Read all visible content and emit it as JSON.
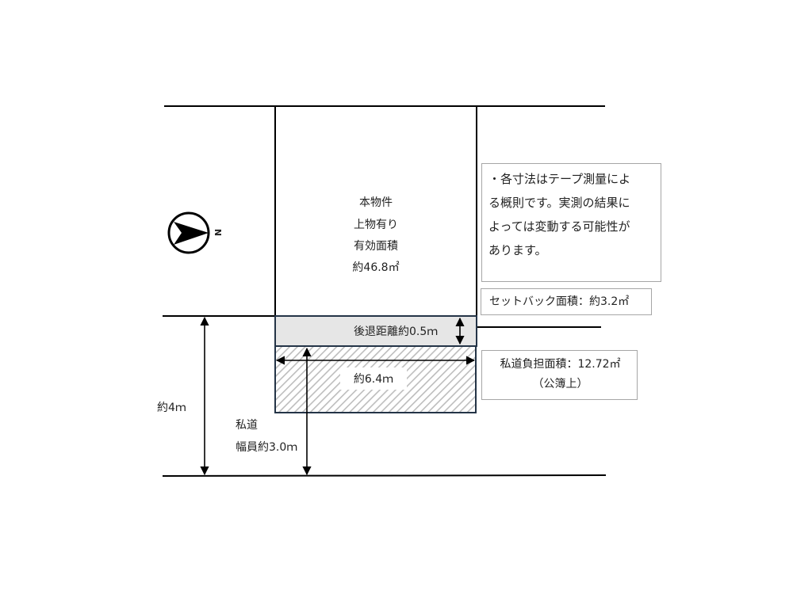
{
  "property": {
    "line1": "本物件",
    "line2": "上物有り",
    "line3": "有効面積",
    "line4": "約46.8㎡"
  },
  "setback_distance_label": "後退距離約0.5ｍ",
  "width_label": "約6.4ｍ",
  "road_width_label": "約4ｍ",
  "private_road": {
    "line1": "私道",
    "line2": "幅員約3.0ｍ"
  },
  "note": {
    "lines": [
      "・各寸法はテープ測量によ",
      "る概則です。実測の結果に",
      "よっては変動する可能性が",
      "あります。"
    ]
  },
  "setback_area_label": "セットバック面積：約3.2㎡",
  "private_road_burden": {
    "line1": "私道負担面積：12.72㎡",
    "line2": "（公簿上）"
  },
  "compass": {
    "letter": "N"
  },
  "colors": {
    "setback_fill": "#e6e6e6",
    "road_outline": "#243447",
    "hatch": "#bfbfbf"
  }
}
